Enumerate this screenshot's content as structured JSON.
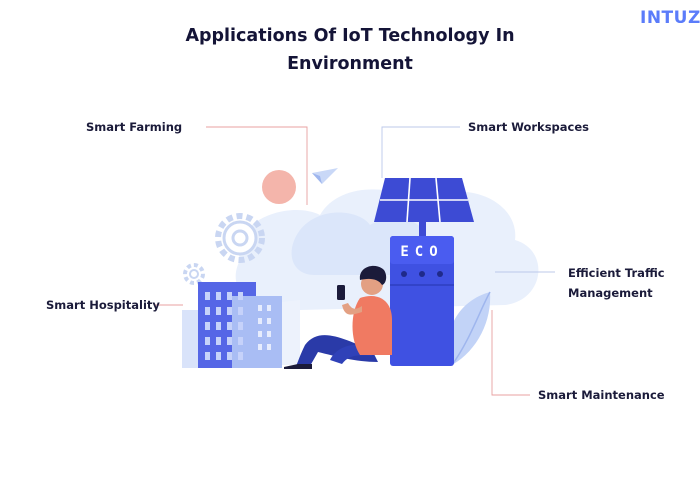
{
  "brand": {
    "logo_text": "INTUZ"
  },
  "title": "Applications Of IoT Technology In Environment",
  "labels": {
    "smart_farming": "Smart Farming",
    "smart_workspaces": "Smart Workspaces",
    "smart_hospitality": "Smart Hospitality",
    "efficient_traffic": "Efficient Traffic Management",
    "smart_maintenance": "Smart Maintenance"
  },
  "illustration": {
    "eco_sign": "ECO"
  },
  "colors": {
    "accent_blue": "#4f5de8",
    "light_blue": "#c9d8f7",
    "panel_blue": "#3d4bd4",
    "salmon": "#f4a99a",
    "leader_line": "#e8a0a0"
  }
}
